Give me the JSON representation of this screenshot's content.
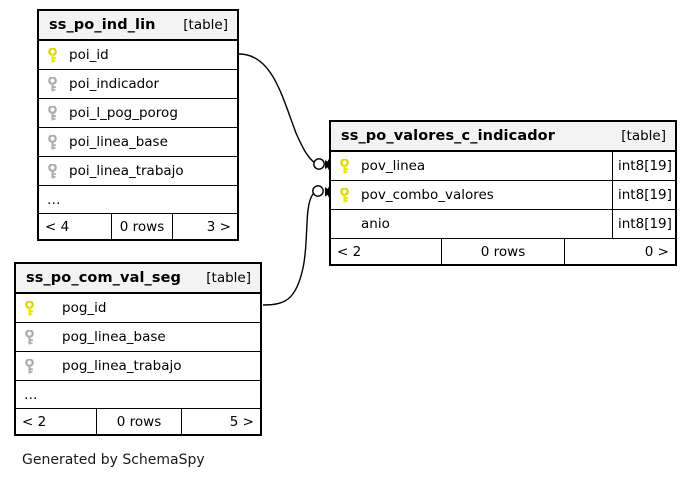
{
  "diagram": {
    "caption": "Generated by SchemaSpy",
    "table_tag": "[table]",
    "ellipsis": "…"
  },
  "tables": [
    {
      "name": "ss_po_ind_lin",
      "tag": "[table]",
      "columns": [
        {
          "label": "poi_id",
          "key": "primary",
          "type": ""
        },
        {
          "label": "poi_indicador",
          "key": "index",
          "type": ""
        },
        {
          "label": "poi_l_pog_porog",
          "key": "index",
          "type": ""
        },
        {
          "label": "poi_linea_base",
          "key": "index",
          "type": ""
        },
        {
          "label": "poi_linea_trabajo",
          "key": "index",
          "type": ""
        }
      ],
      "has_more": true,
      "footer": {
        "left": "< 4",
        "middle": "0 rows",
        "right": "3 >"
      }
    },
    {
      "name": "ss_po_valores_c_indicador",
      "tag": "[table]",
      "columns": [
        {
          "label": "pov_linea",
          "key": "primary",
          "type": "int8[19]"
        },
        {
          "label": "pov_combo_valores",
          "key": "primary",
          "type": "int8[19]"
        },
        {
          "label": "anio",
          "key": "none",
          "type": "int8[19]"
        }
      ],
      "has_more": false,
      "footer": {
        "left": "< 2",
        "middle": "0 rows",
        "right": "0 >"
      }
    },
    {
      "name": "ss_po_com_val_seg",
      "tag": "[table]",
      "columns": [
        {
          "label": "pog_id",
          "key": "primary",
          "type": ""
        },
        {
          "label": "pog_linea_base",
          "key": "index",
          "type": ""
        },
        {
          "label": "pog_linea_trabajo",
          "key": "index",
          "type": ""
        }
      ],
      "has_more": true,
      "footer": {
        "left": "< 2",
        "middle": "0 rows",
        "right": "5 >"
      }
    }
  ],
  "relationships": [
    {
      "from_table": "ss_po_ind_lin",
      "from_column": "poi_id",
      "to_table": "ss_po_valores_c_indicador",
      "to_column": "pov_linea",
      "notation": "zero-or-many"
    },
    {
      "from_table": "ss_po_com_val_seg",
      "from_column": "pog_id",
      "to_table": "ss_po_valores_c_indicador",
      "to_column": "pov_combo_valores",
      "notation": "zero-or-many"
    }
  ],
  "colors": {
    "primary_key": "#e8e800",
    "index_key": "#b0b0b0",
    "header_bg": "#f3f3f3",
    "border": "#000000",
    "canvas": "#ffffff"
  }
}
